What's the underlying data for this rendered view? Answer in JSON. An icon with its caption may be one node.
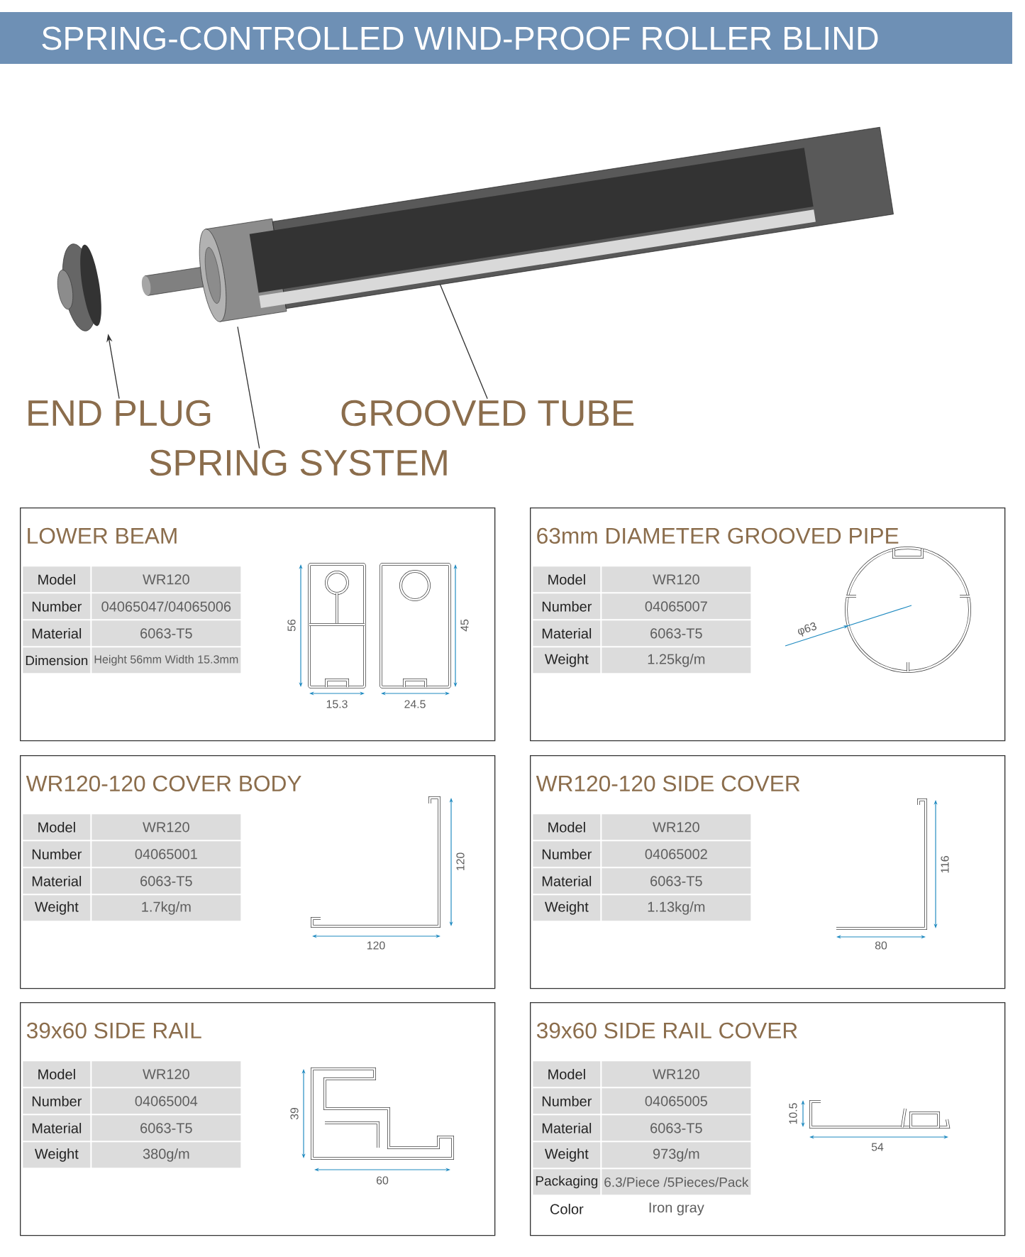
{
  "diagram": {
    "title": "SPRING-CONTROLLED WIND-PROOF ROLLER BLIND",
    "nodes": [
      {
        "text": [],
        "shape": "picture"
      },
      {
        "text": [],
        "shape": "picture"
      },
      {
        "text": [],
        "shape": "picture"
      },
      {
        "text": [
          "END PLUG"
        ]
      },
      {
        "text": [
          "GROOVED TUBE"
        ]
      },
      {
        "text": [
          "SPRING SYSTEM"
        ]
      },
      {
        "text": [
          "LOWER BEAM"
        ]
      },
      {
        "text": [
          "63mm DIAMETER GROOVED PIPE"
        ]
      },
      {
        "text": [
          "WR120-120 COVER BODY"
        ]
      },
      {
        "text": [
          "WR120-120 SIDE COVER"
        ]
      },
      {
        "text": [
          "39x60 SIDE RAIL"
        ]
      },
      {
        "text": [
          "39x60 SIDE RAIL COVER"
        ]
      }
    ],
    "edges": [
      {
        "from": 3,
        "to": 0,
        "arrow": "to"
      },
      {
        "from": 5,
        "to": 1,
        "arrow": "none"
      },
      {
        "from": 4,
        "to": 2,
        "arrow": "none"
      }
    ],
    "labels": [
      "Model",
      "WR120",
      "Number",
      "04065047/04065006",
      "Material",
      "6063-T5",
      "Dimension",
      "Height 56mm Width 15.3mm",
      "56",
      "45",
      "15.3",
      "24.5",
      "Model",
      "WR120",
      "Number",
      "04065007",
      "Material",
      "6063-T5",
      "Weight",
      "1.25kg/m",
      "φ63",
      "Model",
      "WR120",
      "Number",
      "04065001",
      "Material",
      "6063-T5",
      "Weight",
      "1.7kg/m",
      "120",
      "120",
      "Model",
      "WR120",
      "Number",
      "04065002",
      "Material",
      "6063-T5",
      "Weight",
      "1.13kg/m",
      "116",
      "80",
      "Model",
      "WR120",
      "Number",
      "04065004",
      "Material",
      "6063-T5",
      "Weight",
      "380g/m",
      "39",
      "60",
      "Model",
      "WR120",
      "Number",
      "04065005",
      "Material",
      "6063-T5",
      "Weight",
      "973g/m",
      "Packaging",
      "6.3/Piece /5Pieces/Pack",
      "Color",
      "Iron gray",
      "10.5",
      "54"
    ]
  }
}
